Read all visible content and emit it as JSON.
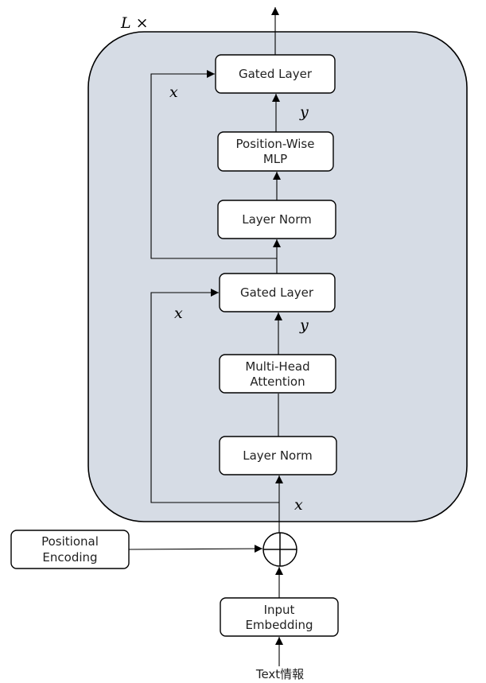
{
  "repeat_label": "L ×",
  "blocks": {
    "gated_top": "Gated Layer",
    "mlp_line1": "Position-Wise",
    "mlp_line2": "MLP",
    "norm_top": "Layer Norm",
    "gated_bottom": "Gated Layer",
    "mha_line1": "Multi-Head",
    "mha_line2": "Attention",
    "norm_bottom": "Layer Norm",
    "posenc_line1": "Positional",
    "posenc_line2": "Encoding",
    "embed_line1": "Input",
    "embed_line2": "Embedding"
  },
  "vars": {
    "x": "x",
    "y": "y"
  },
  "input_label": "Text情報",
  "colors": {
    "container_fill": "#d6dce5",
    "stroke": "#000000"
  }
}
